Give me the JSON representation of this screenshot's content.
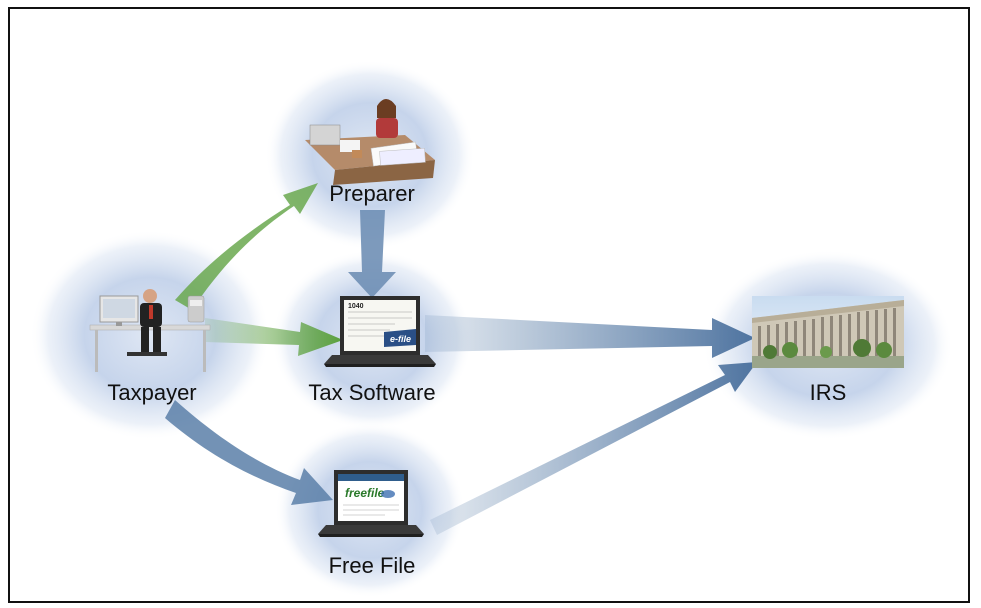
{
  "nodes": {
    "taxpayer": {
      "label": "Taxpayer"
    },
    "preparer": {
      "label": "Preparer"
    },
    "tax_software": {
      "label": "Tax Software",
      "screen_text": "e-file",
      "form_text": "1040"
    },
    "free_file": {
      "label": "Free File",
      "screen_text": "freefile"
    },
    "irs": {
      "label": "IRS"
    }
  },
  "edges": [
    {
      "from": "taxpayer",
      "to": "preparer",
      "color": "#6aa84f"
    },
    {
      "from": "taxpayer",
      "to": "tax_software",
      "color": "#6aa84f"
    },
    {
      "from": "taxpayer",
      "to": "free_file",
      "color": "#5b7fa8"
    },
    {
      "from": "preparer",
      "to": "tax_software",
      "color": "#5b7fa8"
    },
    {
      "from": "tax_software",
      "to": "irs",
      "color": "#5b7fa8"
    },
    {
      "from": "free_file",
      "to": "irs",
      "color": "#5b7fa8"
    }
  ],
  "colors": {
    "glow": "#b9c9e4",
    "green_arrow": "#6aa84f",
    "blue_arrow": "#5b7fa8",
    "border": "#111111"
  }
}
